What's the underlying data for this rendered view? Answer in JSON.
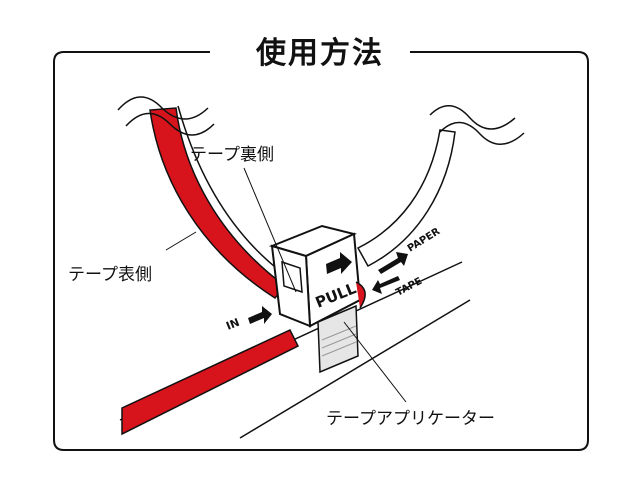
{
  "title": "使用方法",
  "labels": {
    "tape_back": "テープ裏側",
    "tape_front": "テープ表側",
    "applicator": "テープアプリケーター"
  },
  "device_marks": {
    "in": "IN",
    "pull": "PULL",
    "paper": "PAPER",
    "tape": "TAPE"
  },
  "colors": {
    "tape": "#d7141c",
    "outline": "#111111",
    "background": "#ffffff"
  }
}
